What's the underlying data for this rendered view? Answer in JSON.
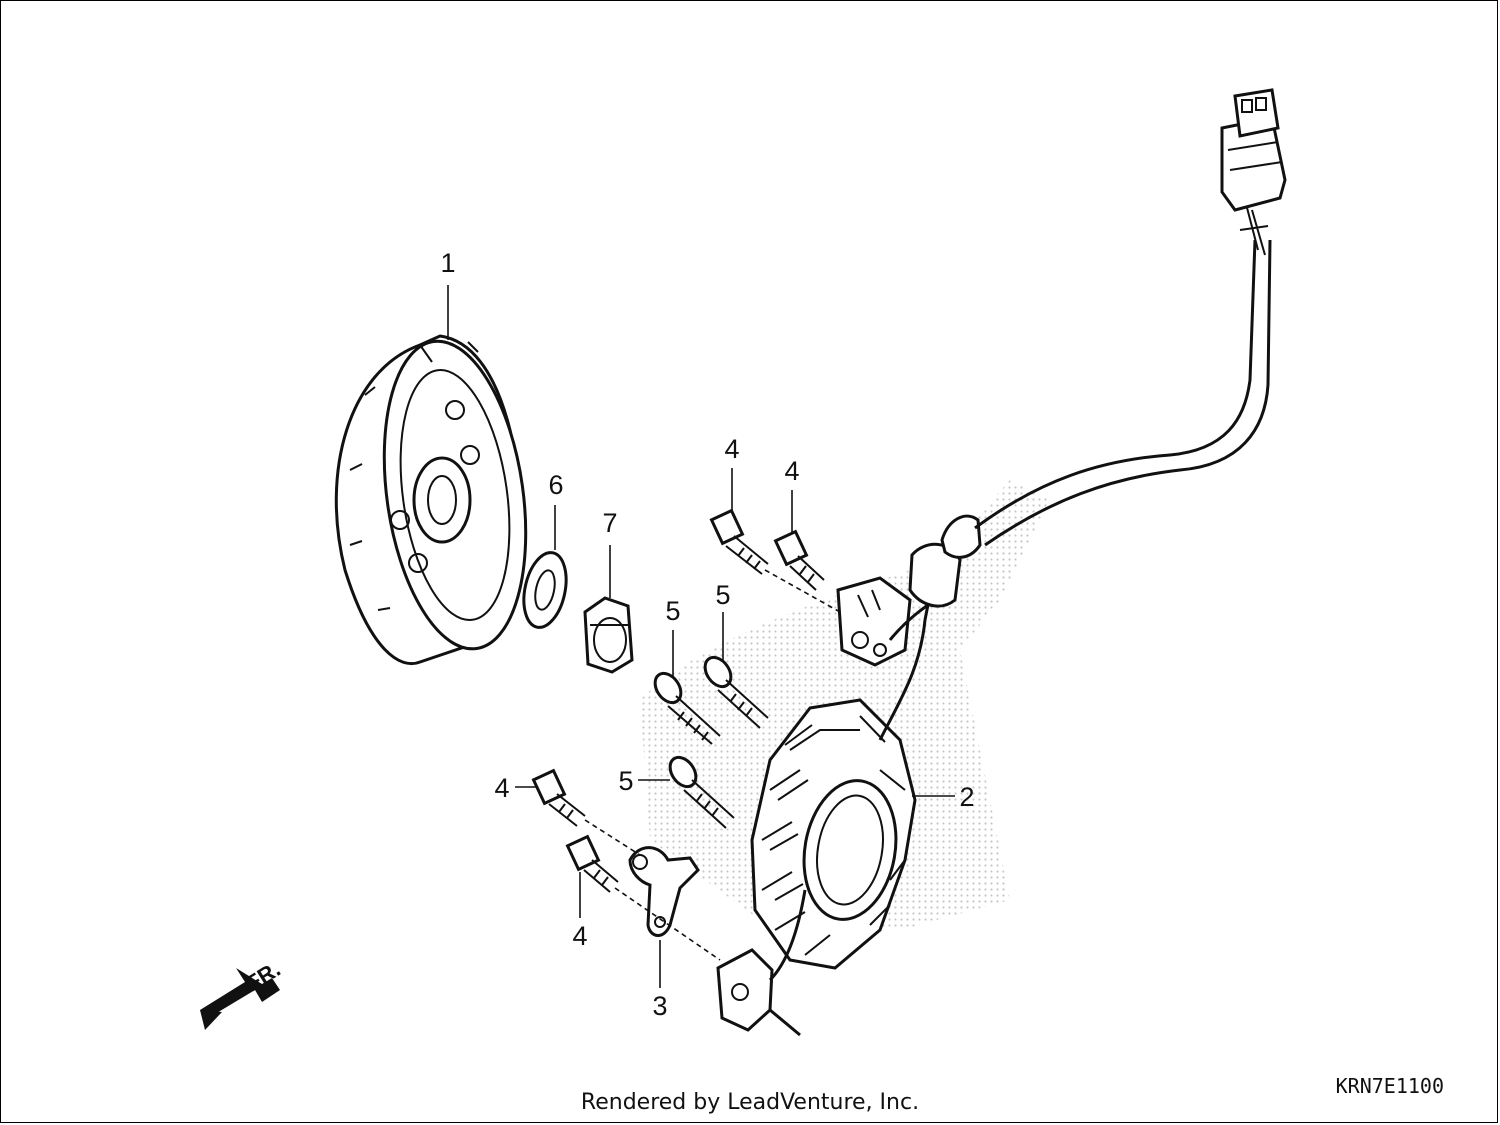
{
  "callouts": {
    "c1": "1",
    "c2": "2",
    "c3": "3",
    "c4a": "4",
    "c4b": "4",
    "c4c": "4",
    "c4d": "4",
    "c5a": "5",
    "c5b": "5",
    "c5c": "5",
    "c6": "6",
    "c7": "7"
  },
  "orientation_label": "FR.",
  "footer": {
    "credit": "Rendered by LeadVenture, Inc.",
    "code": "KRN7E1100"
  },
  "colors": {
    "line": "#111111",
    "background": "#ffffff",
    "stipple": "#cccccc"
  }
}
